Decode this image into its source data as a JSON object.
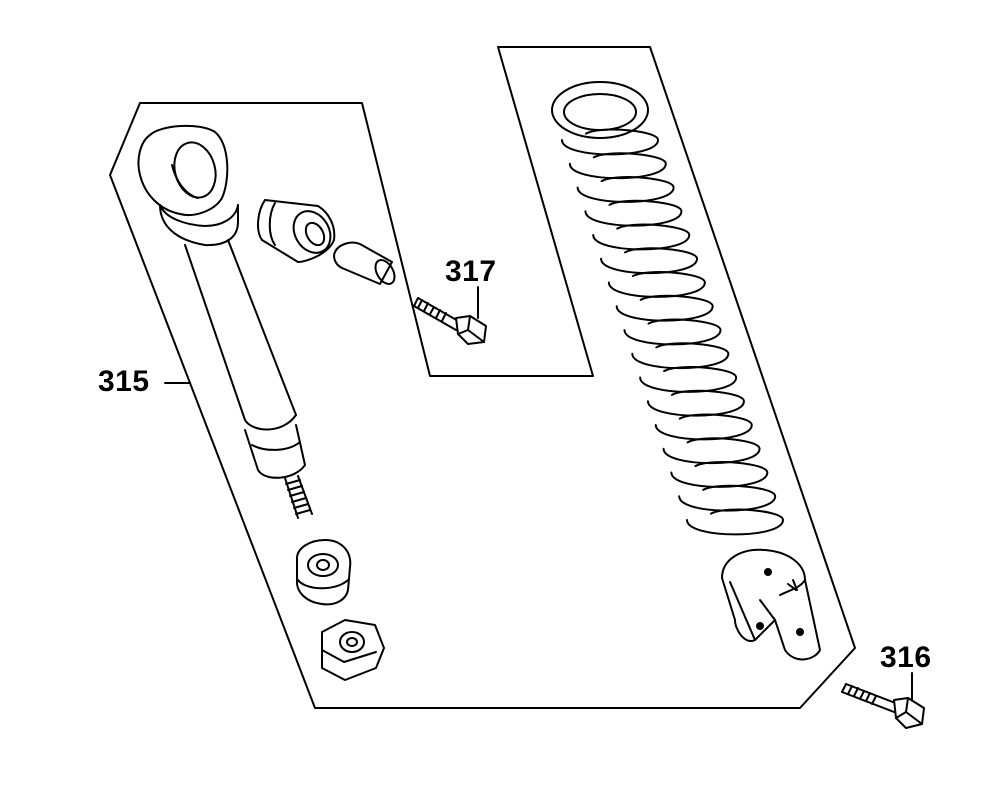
{
  "diagram": {
    "callouts": [
      {
        "id": "315",
        "label": "315"
      },
      {
        "id": "316",
        "label": "316"
      },
      {
        "id": "317",
        "label": "317"
      }
    ]
  },
  "colors": {
    "line": "#000000",
    "fill": "#ffffff"
  }
}
